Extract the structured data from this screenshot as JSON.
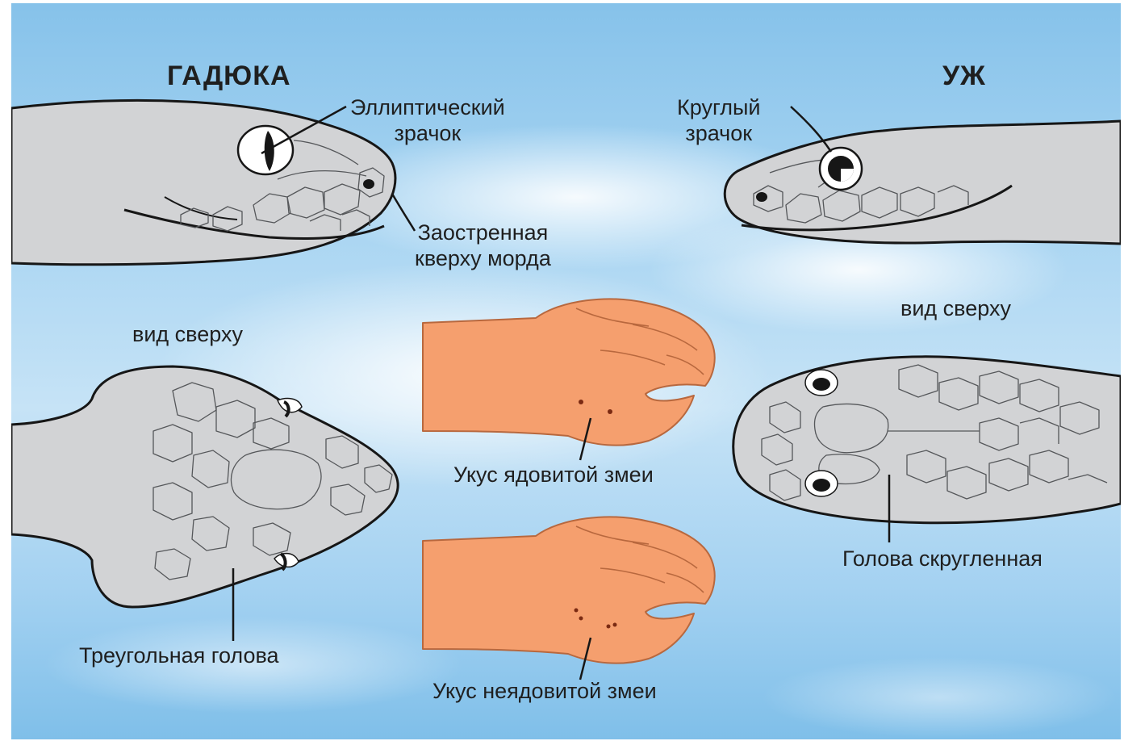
{
  "colors": {
    "sky_top": "#86c2ea",
    "sky_mid": "#c6e3f6",
    "head_fill": "#d2d3d5",
    "outline": "#161616",
    "scale_line": "#55575a",
    "hand_fill": "#f59f6e",
    "hand_line": "#b8683e",
    "bite_mark": "#7a2a12"
  },
  "left_title": "ГАДЮКА",
  "right_title": "УЖ",
  "labels": {
    "elliptic_pupil": "Эллиптический\nзрачок",
    "pointed_snout": "Заостренная\nкверху морда",
    "round_pupil": "Круглый\nзрачок",
    "top_view_left": "вид сверху",
    "top_view_right": "вид сверху",
    "triangular_head": "Треугольная голова",
    "rounded_head": "Голова скругленная",
    "venomous_bite": "Укус ядовитой змеи",
    "nonvenomous_bite": "Укус неядовитой змеи"
  },
  "icons": [
    "viper-side-head-icon",
    "grass-snake-side-head-icon",
    "viper-top-head-icon",
    "grass-snake-top-head-icon",
    "hand-icon"
  ]
}
